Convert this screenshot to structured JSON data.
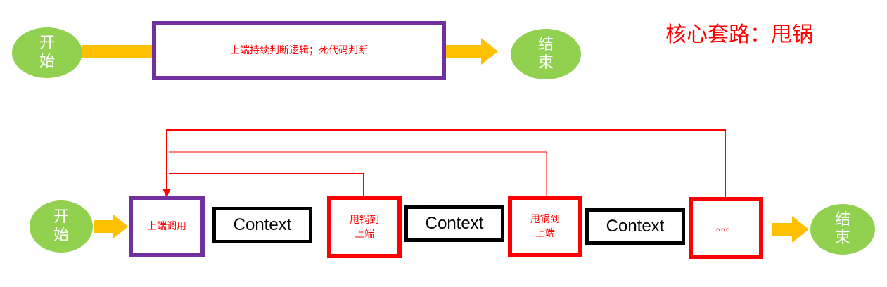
{
  "title": "核心套路：甩锅",
  "colors": {
    "ellipse": "#92d050",
    "arrow": "#ffc000",
    "purple_border": "#7030a0",
    "red": "#ff0000",
    "black": "#000000"
  },
  "top_flow": {
    "start": "开\n始",
    "process": "上端持续判断逻辑；死代码判断",
    "end": "结\n束"
  },
  "bottom_flow": {
    "start": "开\n始",
    "upstream_call": "上端调用",
    "context_1": "Context",
    "pass_back_1": "甩锅到\n上端",
    "context_2": "Context",
    "pass_back_2": "甩锅到\n上端",
    "context_3": "Context",
    "ellipsis": "。。。",
    "end": "结\n束"
  }
}
